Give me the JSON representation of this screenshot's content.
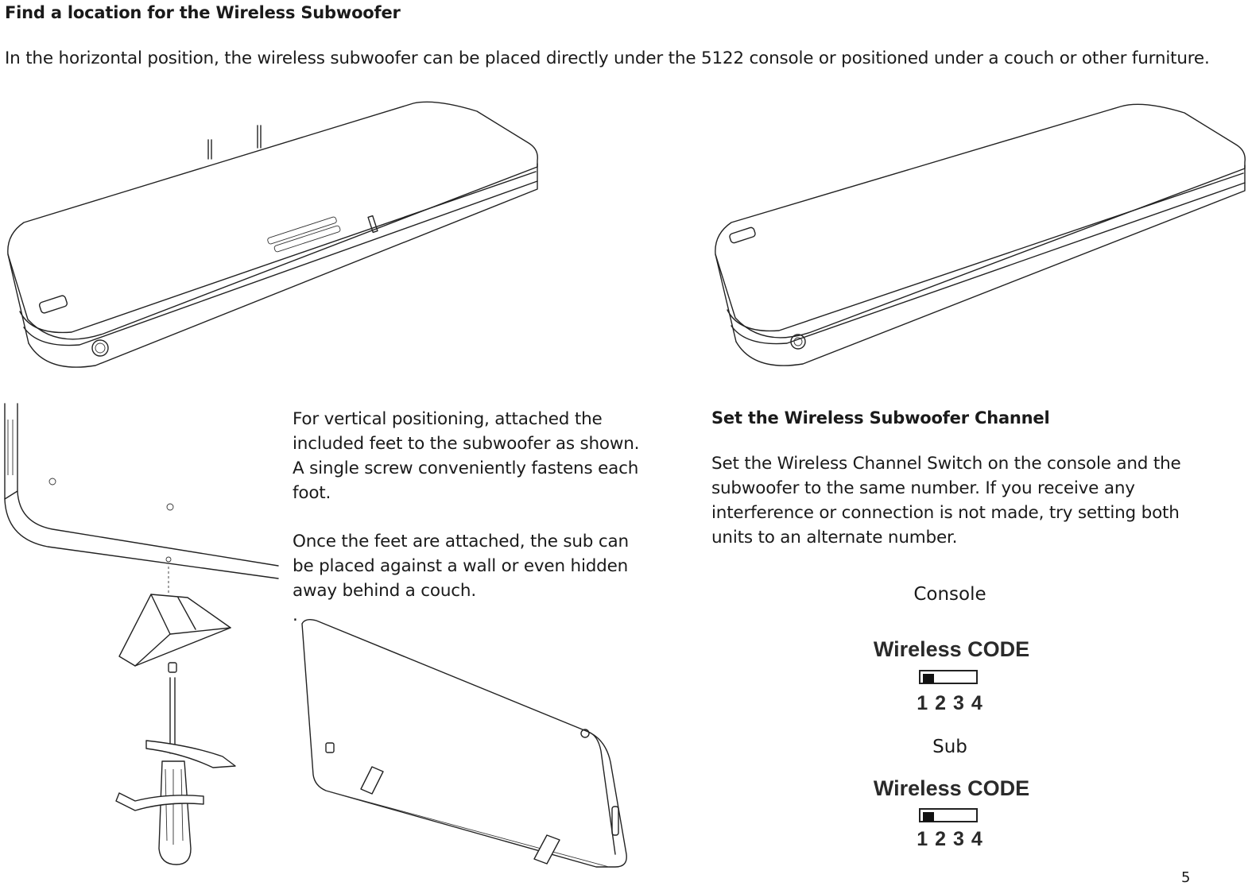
{
  "page": {
    "title": "Find a location for the Wireless Subwoofer",
    "intro": "In the horizontal position, the wireless subwoofer can be placed directly under the 5122 console or positioned under a couch or other furniture.",
    "vertical_text": [
      "For vertical positioning, attached the included feet to the subwoofer as shown. A single screw conveniently fastens each foot.",
      "Once the feet are attached, the sub can be placed against a wall or even hidden away behind a couch."
    ],
    "stray_period": ".",
    "channel_section": {
      "heading": "Set the Wireless Subwoofer Channel",
      "body": "Set the Wireless Channel Switch on the console and the subwoofer to the same number. If you receive any interference or connection is not made, try setting both units to an alternate number."
    },
    "switches": [
      {
        "label": "Console",
        "code_title": "Wireless CODE",
        "numbers": "1 2 3 4",
        "selected": 1
      },
      {
        "label": "Sub",
        "code_title": "Wireless CODE",
        "numbers": "1 2 3 4",
        "selected": 1
      }
    ],
    "page_number": "5"
  },
  "illustrations": [
    {
      "name": "console-horizontal-illustration"
    },
    {
      "name": "subwoofer-horizontal-illustration"
    },
    {
      "name": "foot-attachment-illustration"
    },
    {
      "name": "subwoofer-vertical-illustration"
    }
  ]
}
